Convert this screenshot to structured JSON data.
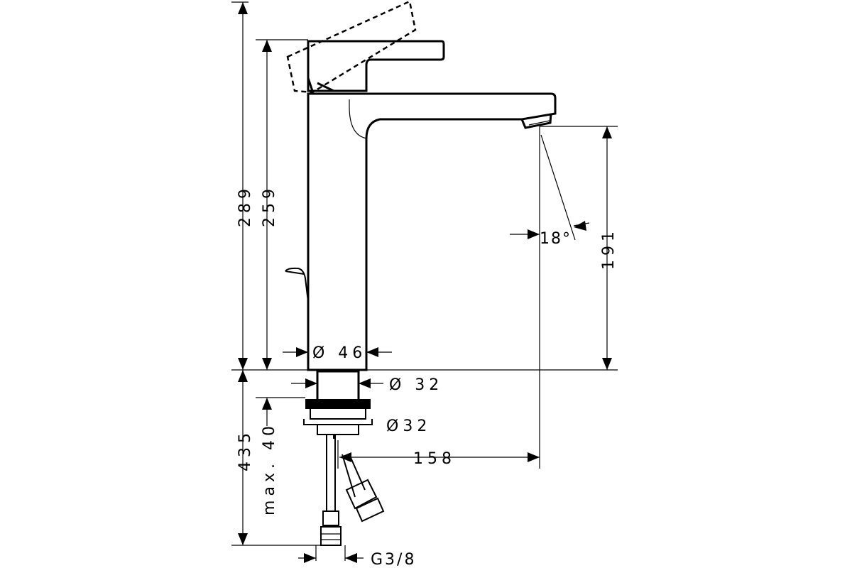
{
  "dimensions": {
    "overall_height": "289",
    "spout_height": "259",
    "below_deck": "435",
    "max_thickness": "max. 40",
    "body_diameter": "Ø 46",
    "shank_diameter": "Ø 32",
    "nut_diameter": "Ø32",
    "reach": "158",
    "outlet_height": "191",
    "spray_angle": "18°",
    "connection_thread": "G3/8"
  }
}
